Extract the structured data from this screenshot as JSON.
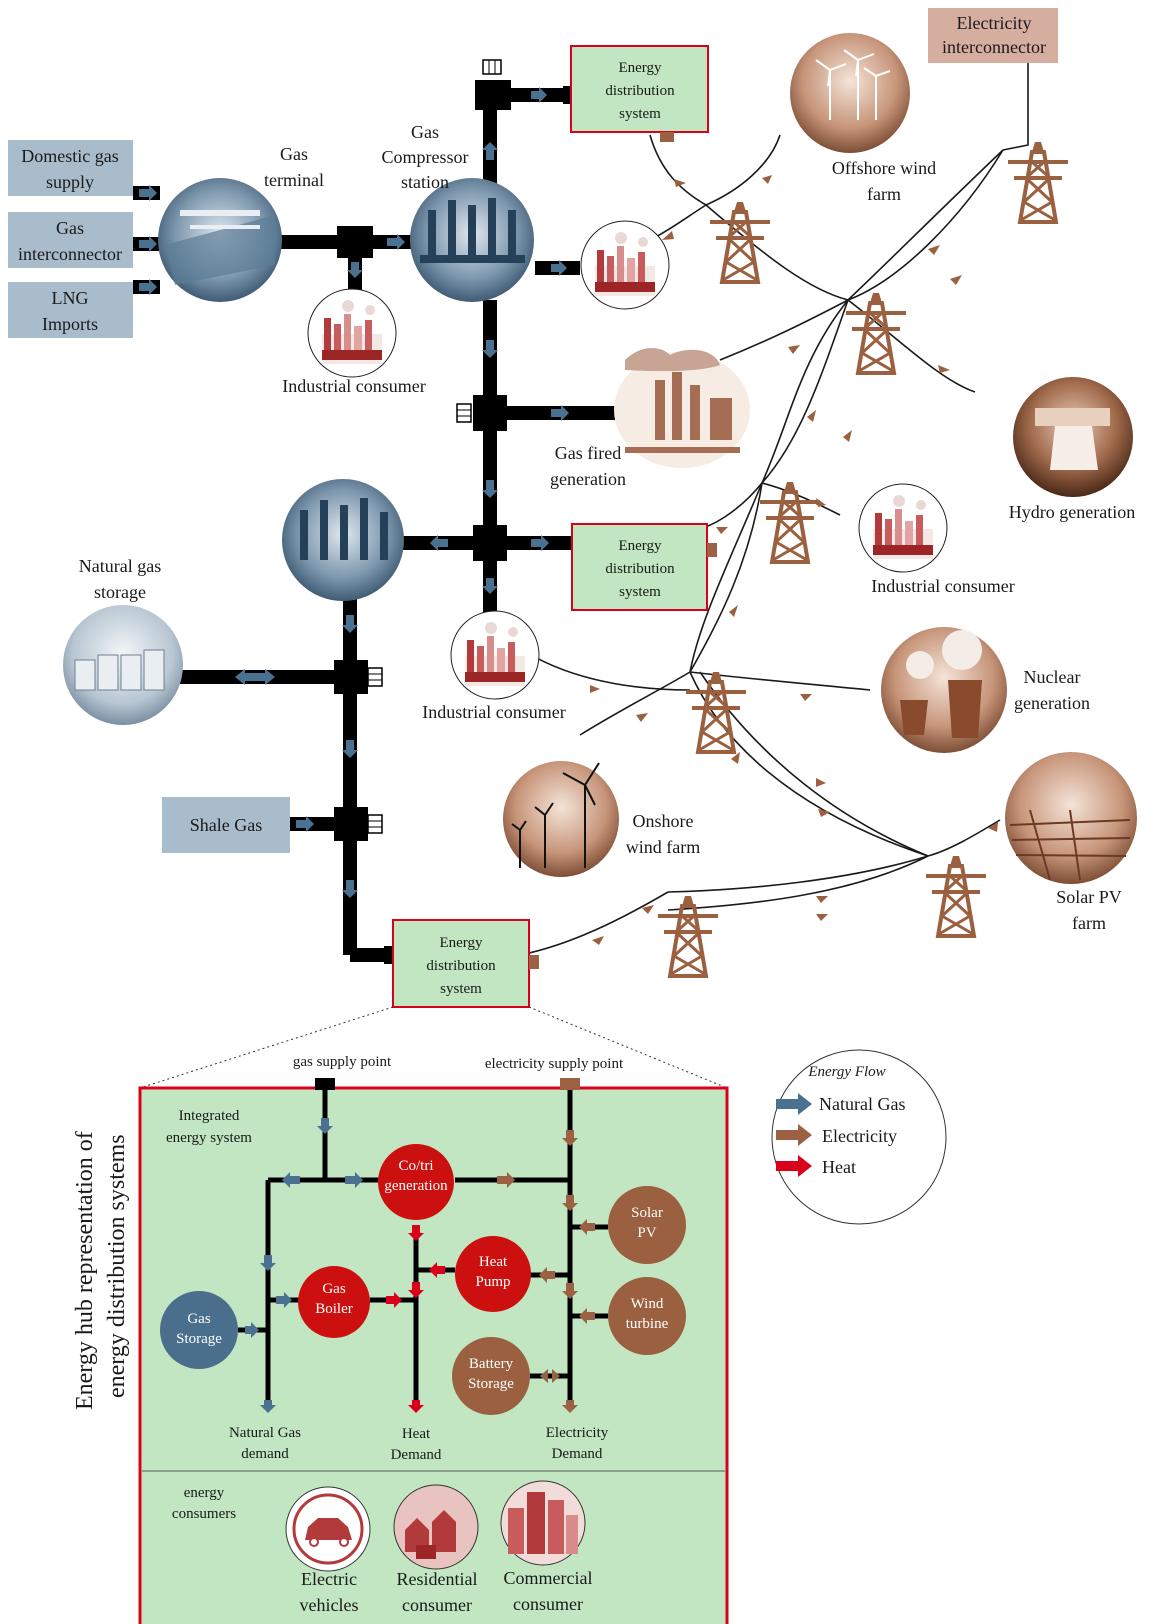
{
  "sources": {
    "domestic_gas": [
      "Domestic gas",
      "supply"
    ],
    "gas_interconnector": [
      "Gas",
      "interconnector"
    ],
    "lng": [
      "LNG",
      "Imports"
    ],
    "shale": [
      "Shale Gas"
    ],
    "elec_interconnector": [
      "Electricity",
      "interconnector"
    ]
  },
  "labels": {
    "gas_terminal": [
      "Gas",
      "terminal"
    ],
    "compressor": [
      "Gas",
      "Compressor",
      "station"
    ],
    "industrial_1": "Industrial consumer",
    "industrial_2": "Industrial consumer",
    "industrial_3": "Industrial consumer",
    "gas_fired": [
      "Gas fired",
      "generation"
    ],
    "natural_gas_storage": [
      "Natural gas",
      "storage"
    ],
    "offshore": [
      "Offshore wind",
      "farm"
    ],
    "hydro": "Hydro generation",
    "nuclear": [
      "Nuclear",
      "generation"
    ],
    "onshore": [
      "Onshore",
      "wind farm"
    ],
    "solar": [
      "Solar PV",
      "farm"
    ]
  },
  "eds": {
    "top": [
      "Energy",
      "distribution",
      "system"
    ],
    "middle": [
      "Energy",
      "distribution",
      "system"
    ],
    "bottom": [
      "Energy",
      "distribution",
      "system"
    ]
  },
  "hub": {
    "vertical_title": [
      "Energy hub representation of",
      "energy distribution systems"
    ],
    "gas_supply_point": "gas supply point",
    "electricity_supply_point": "electricity supply point",
    "integrated": [
      "Integrated",
      "energy system"
    ],
    "cotri": [
      "Co/tri",
      "generation"
    ],
    "gas_boiler": [
      "Gas",
      "Boiler"
    ],
    "heat_pump": [
      "Heat",
      "Pump"
    ],
    "gas_storage": [
      "Gas",
      "Storage"
    ],
    "solar_pv": [
      "Solar",
      "PV"
    ],
    "wind_turbine": [
      "Wind",
      "turbine"
    ],
    "battery": [
      "Battery",
      "Storage"
    ],
    "ng_demand": [
      "Natural Gas",
      "demand"
    ],
    "heat_demand": [
      "Heat",
      "Demand"
    ],
    "elec_demand": [
      "Electricity",
      "Demand"
    ],
    "consumers_label": [
      "energy",
      "consumers"
    ],
    "ev": [
      "Electric",
      "vehicles"
    ],
    "residential": [
      "Residential",
      "consumer"
    ],
    "commercial": [
      "Commercial",
      "consumer"
    ]
  },
  "legend": {
    "title": "Energy Flow",
    "items": [
      "Natural Gas",
      "Electricity",
      "Heat"
    ]
  },
  "colors": {
    "gas": "#4a7290",
    "electricity": "#9c6043",
    "heat": "#d9001b",
    "box_blue": "#a9bccb",
    "box_green": "#c2e6c2",
    "hub_red": "#cc1010",
    "hub_brown": "#9b6040",
    "hub_blue": "#4a6f8c"
  }
}
